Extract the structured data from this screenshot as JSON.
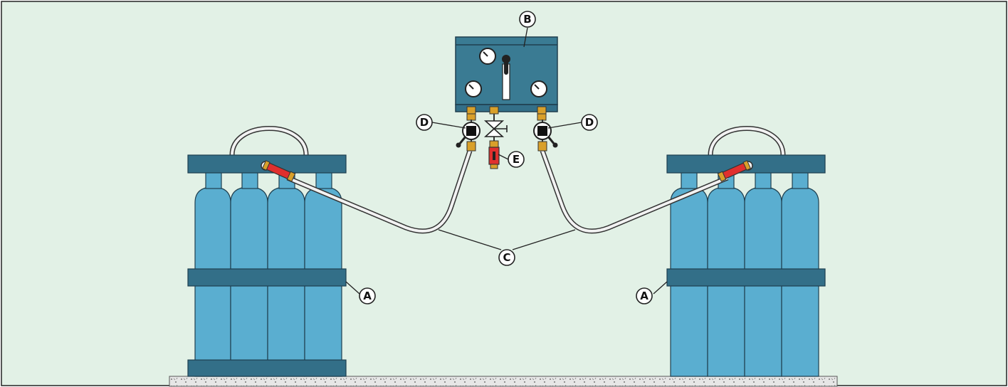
{
  "diagram": {
    "labels": {
      "bundle_left": "A",
      "bundle_right": "A",
      "manifold": "B",
      "hoses": "C",
      "valve_left": "D",
      "valve_right": "D",
      "filter": "E"
    },
    "colors": {
      "background": "#e2f1e6",
      "frame_border": "#222222",
      "cylinder": "#5aaed0",
      "frame_steel": "#336f88",
      "manifold_panel": "#3a7b93",
      "fitting_brass": "#d9a02a",
      "hose": "#f2f2f2",
      "connector_red": "#e0302e",
      "ground": "#e6e6e6"
    }
  }
}
